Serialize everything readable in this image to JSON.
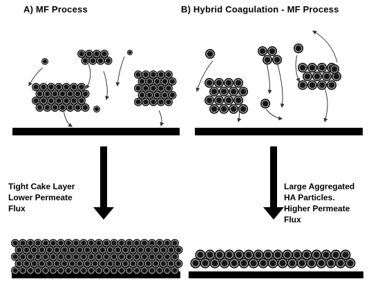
{
  "panels": [
    {
      "title": "A) MF Process",
      "description": [
        "Tight Cake Layer",
        "Lower Permeate",
        "Flux"
      ]
    },
    {
      "title": "B) Hybrid Coagulation - MF Process",
      "description": [
        "Large Aggregated",
        "HA Particles.",
        "Higher Permeate",
        "Flux"
      ]
    }
  ],
  "colors": {
    "particle": "#111111",
    "particle_highlight": "#f2f2f2",
    "membrane": "#000000",
    "arrow": "#000000",
    "trajectory": "#333333",
    "background": "#ffffff"
  }
}
